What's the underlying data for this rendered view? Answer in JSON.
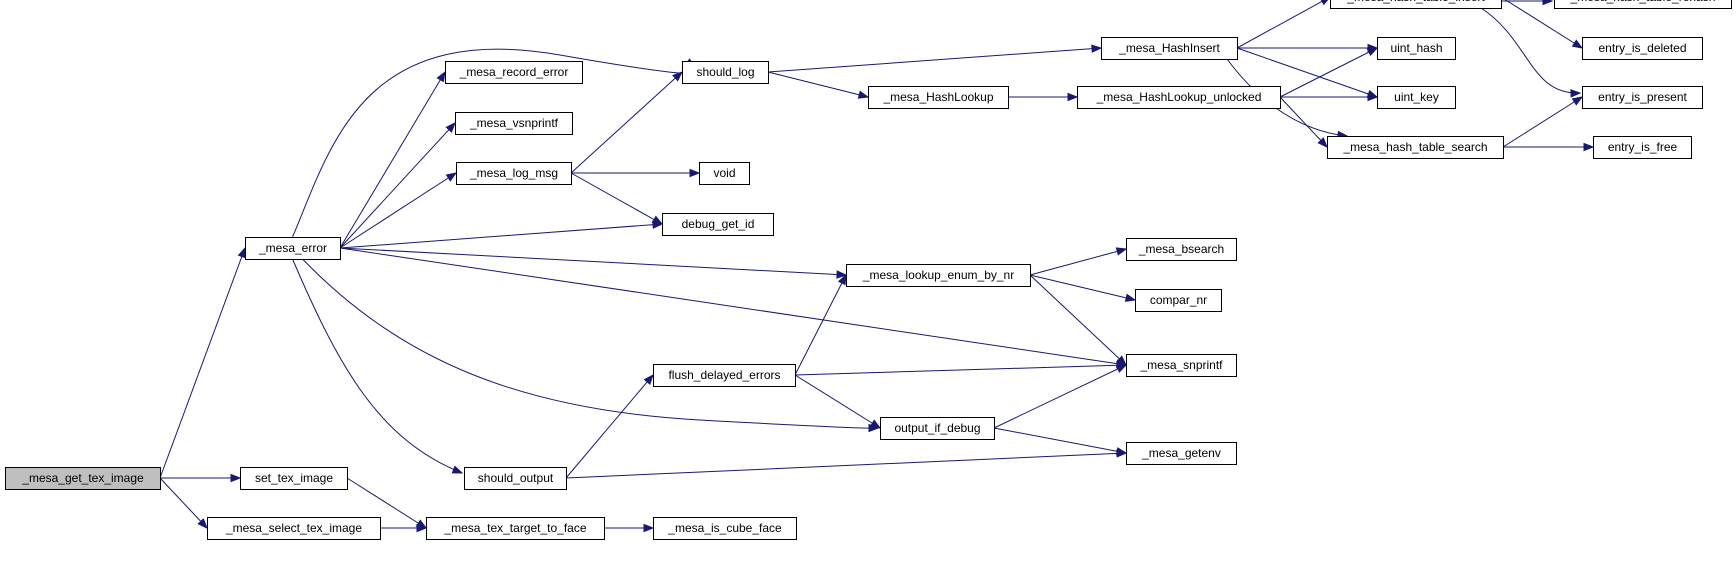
{
  "graph": {
    "root": "_mesa_get_tex_image",
    "nodes": [
      {
        "id": "_mesa_get_tex_image",
        "label": "_mesa_get_tex_image",
        "root": true
      },
      {
        "id": "_mesa_error",
        "label": "_mesa_error"
      },
      {
        "id": "set_tex_image",
        "label": "set_tex_image"
      },
      {
        "id": "_mesa_select_tex_image",
        "label": "_mesa_select_tex_image"
      },
      {
        "id": "_mesa_tex_target_to_face",
        "label": "_mesa_tex_target_to_face"
      },
      {
        "id": "_mesa_is_cube_face",
        "label": "_mesa_is_cube_face"
      },
      {
        "id": "_mesa_record_error",
        "label": "_mesa_record_error"
      },
      {
        "id": "_mesa_vsnprintf",
        "label": "_mesa_vsnprintf"
      },
      {
        "id": "_mesa_log_msg",
        "label": "_mesa_log_msg"
      },
      {
        "id": "should_log",
        "label": "should_log"
      },
      {
        "id": "void",
        "label": "void"
      },
      {
        "id": "debug_get_id",
        "label": "debug_get_id"
      },
      {
        "id": "should_output",
        "label": "should_output"
      },
      {
        "id": "flush_delayed_errors",
        "label": "flush_delayed_errors"
      },
      {
        "id": "output_if_debug",
        "label": "output_if_debug"
      },
      {
        "id": "_mesa_lookup_enum_by_nr",
        "label": "_mesa_lookup_enum_by_nr"
      },
      {
        "id": "_mesa_HashInsert",
        "label": "_mesa_HashInsert"
      },
      {
        "id": "_mesa_HashLookup",
        "label": "_mesa_HashLookup"
      },
      {
        "id": "_mesa_HashLookup_unlocked",
        "label": "_mesa_HashLookup_unlocked"
      },
      {
        "id": "_mesa_hash_table_insert",
        "label": "_mesa_hash_table_insert"
      },
      {
        "id": "_mesa_hash_table_rehash",
        "label": "_mesa_hash_table_rehash"
      },
      {
        "id": "_mesa_hash_table_search",
        "label": "_mesa_hash_table_search"
      },
      {
        "id": "uint_hash",
        "label": "uint_hash"
      },
      {
        "id": "uint_key",
        "label": "uint_key"
      },
      {
        "id": "entry_is_deleted",
        "label": "entry_is_deleted"
      },
      {
        "id": "entry_is_present",
        "label": "entry_is_present"
      },
      {
        "id": "entry_is_free",
        "label": "entry_is_free"
      },
      {
        "id": "_mesa_bsearch",
        "label": "_mesa_bsearch"
      },
      {
        "id": "compar_nr",
        "label": "compar_nr"
      },
      {
        "id": "_mesa_snprintf",
        "label": "_mesa_snprintf"
      },
      {
        "id": "_mesa_getenv",
        "label": "_mesa_getenv"
      }
    ],
    "edges": [
      [
        "_mesa_get_tex_image",
        "_mesa_error"
      ],
      [
        "_mesa_get_tex_image",
        "set_tex_image"
      ],
      [
        "_mesa_get_tex_image",
        "_mesa_select_tex_image"
      ],
      [
        "set_tex_image",
        "_mesa_tex_target_to_face"
      ],
      [
        "_mesa_select_tex_image",
        "_mesa_tex_target_to_face"
      ],
      [
        "_mesa_tex_target_to_face",
        "_mesa_is_cube_face"
      ],
      [
        "_mesa_error",
        "should_log"
      ],
      [
        "_mesa_error",
        "_mesa_record_error"
      ],
      [
        "_mesa_error",
        "_mesa_vsnprintf"
      ],
      [
        "_mesa_error",
        "_mesa_log_msg"
      ],
      [
        "_mesa_error",
        "debug_get_id"
      ],
      [
        "_mesa_error",
        "_mesa_lookup_enum_by_nr"
      ],
      [
        "_mesa_error",
        "_mesa_snprintf"
      ],
      [
        "_mesa_error",
        "output_if_debug"
      ],
      [
        "_mesa_error",
        "should_output"
      ],
      [
        "_mesa_log_msg",
        "should_log"
      ],
      [
        "_mesa_log_msg",
        "void"
      ],
      [
        "_mesa_log_msg",
        "debug_get_id"
      ],
      [
        "should_log",
        "_mesa_HashInsert"
      ],
      [
        "should_log",
        "_mesa_HashLookup"
      ],
      [
        "_mesa_HashLookup",
        "_mesa_HashLookup_unlocked"
      ],
      [
        "_mesa_HashInsert",
        "_mesa_hash_table_insert"
      ],
      [
        "_mesa_HashInsert",
        "uint_hash"
      ],
      [
        "_mesa_HashInsert",
        "uint_key"
      ],
      [
        "_mesa_HashInsert",
        "_mesa_hash_table_search"
      ],
      [
        "_mesa_HashLookup_unlocked",
        "uint_hash"
      ],
      [
        "_mesa_HashLookup_unlocked",
        "uint_key"
      ],
      [
        "_mesa_HashLookup_unlocked",
        "_mesa_hash_table_search"
      ],
      [
        "_mesa_hash_table_insert",
        "_mesa_hash_table_rehash"
      ],
      [
        "_mesa_hash_table_rehash",
        "_mesa_hash_table_insert"
      ],
      [
        "_mesa_hash_table_insert",
        "entry_is_deleted"
      ],
      [
        "_mesa_hash_table_insert",
        "entry_is_present"
      ],
      [
        "_mesa_hash_table_search",
        "entry_is_present"
      ],
      [
        "_mesa_hash_table_search",
        "entry_is_free"
      ],
      [
        "_mesa_lookup_enum_by_nr",
        "_mesa_bsearch"
      ],
      [
        "_mesa_lookup_enum_by_nr",
        "compar_nr"
      ],
      [
        "_mesa_lookup_enum_by_nr",
        "_mesa_snprintf"
      ],
      [
        "should_output",
        "flush_delayed_errors"
      ],
      [
        "should_output",
        "_mesa_getenv"
      ],
      [
        "flush_delayed_errors",
        "_mesa_lookup_enum_by_nr"
      ],
      [
        "flush_delayed_errors",
        "_mesa_snprintf"
      ],
      [
        "flush_delayed_errors",
        "output_if_debug"
      ],
      [
        "output_if_debug",
        "_mesa_snprintf"
      ],
      [
        "output_if_debug",
        "_mesa_getenv"
      ]
    ]
  },
  "colors": {
    "edge": "#191970",
    "root_fill": "#bfbfbf",
    "node_fill": "#ffffff",
    "node_border": "#000000"
  }
}
